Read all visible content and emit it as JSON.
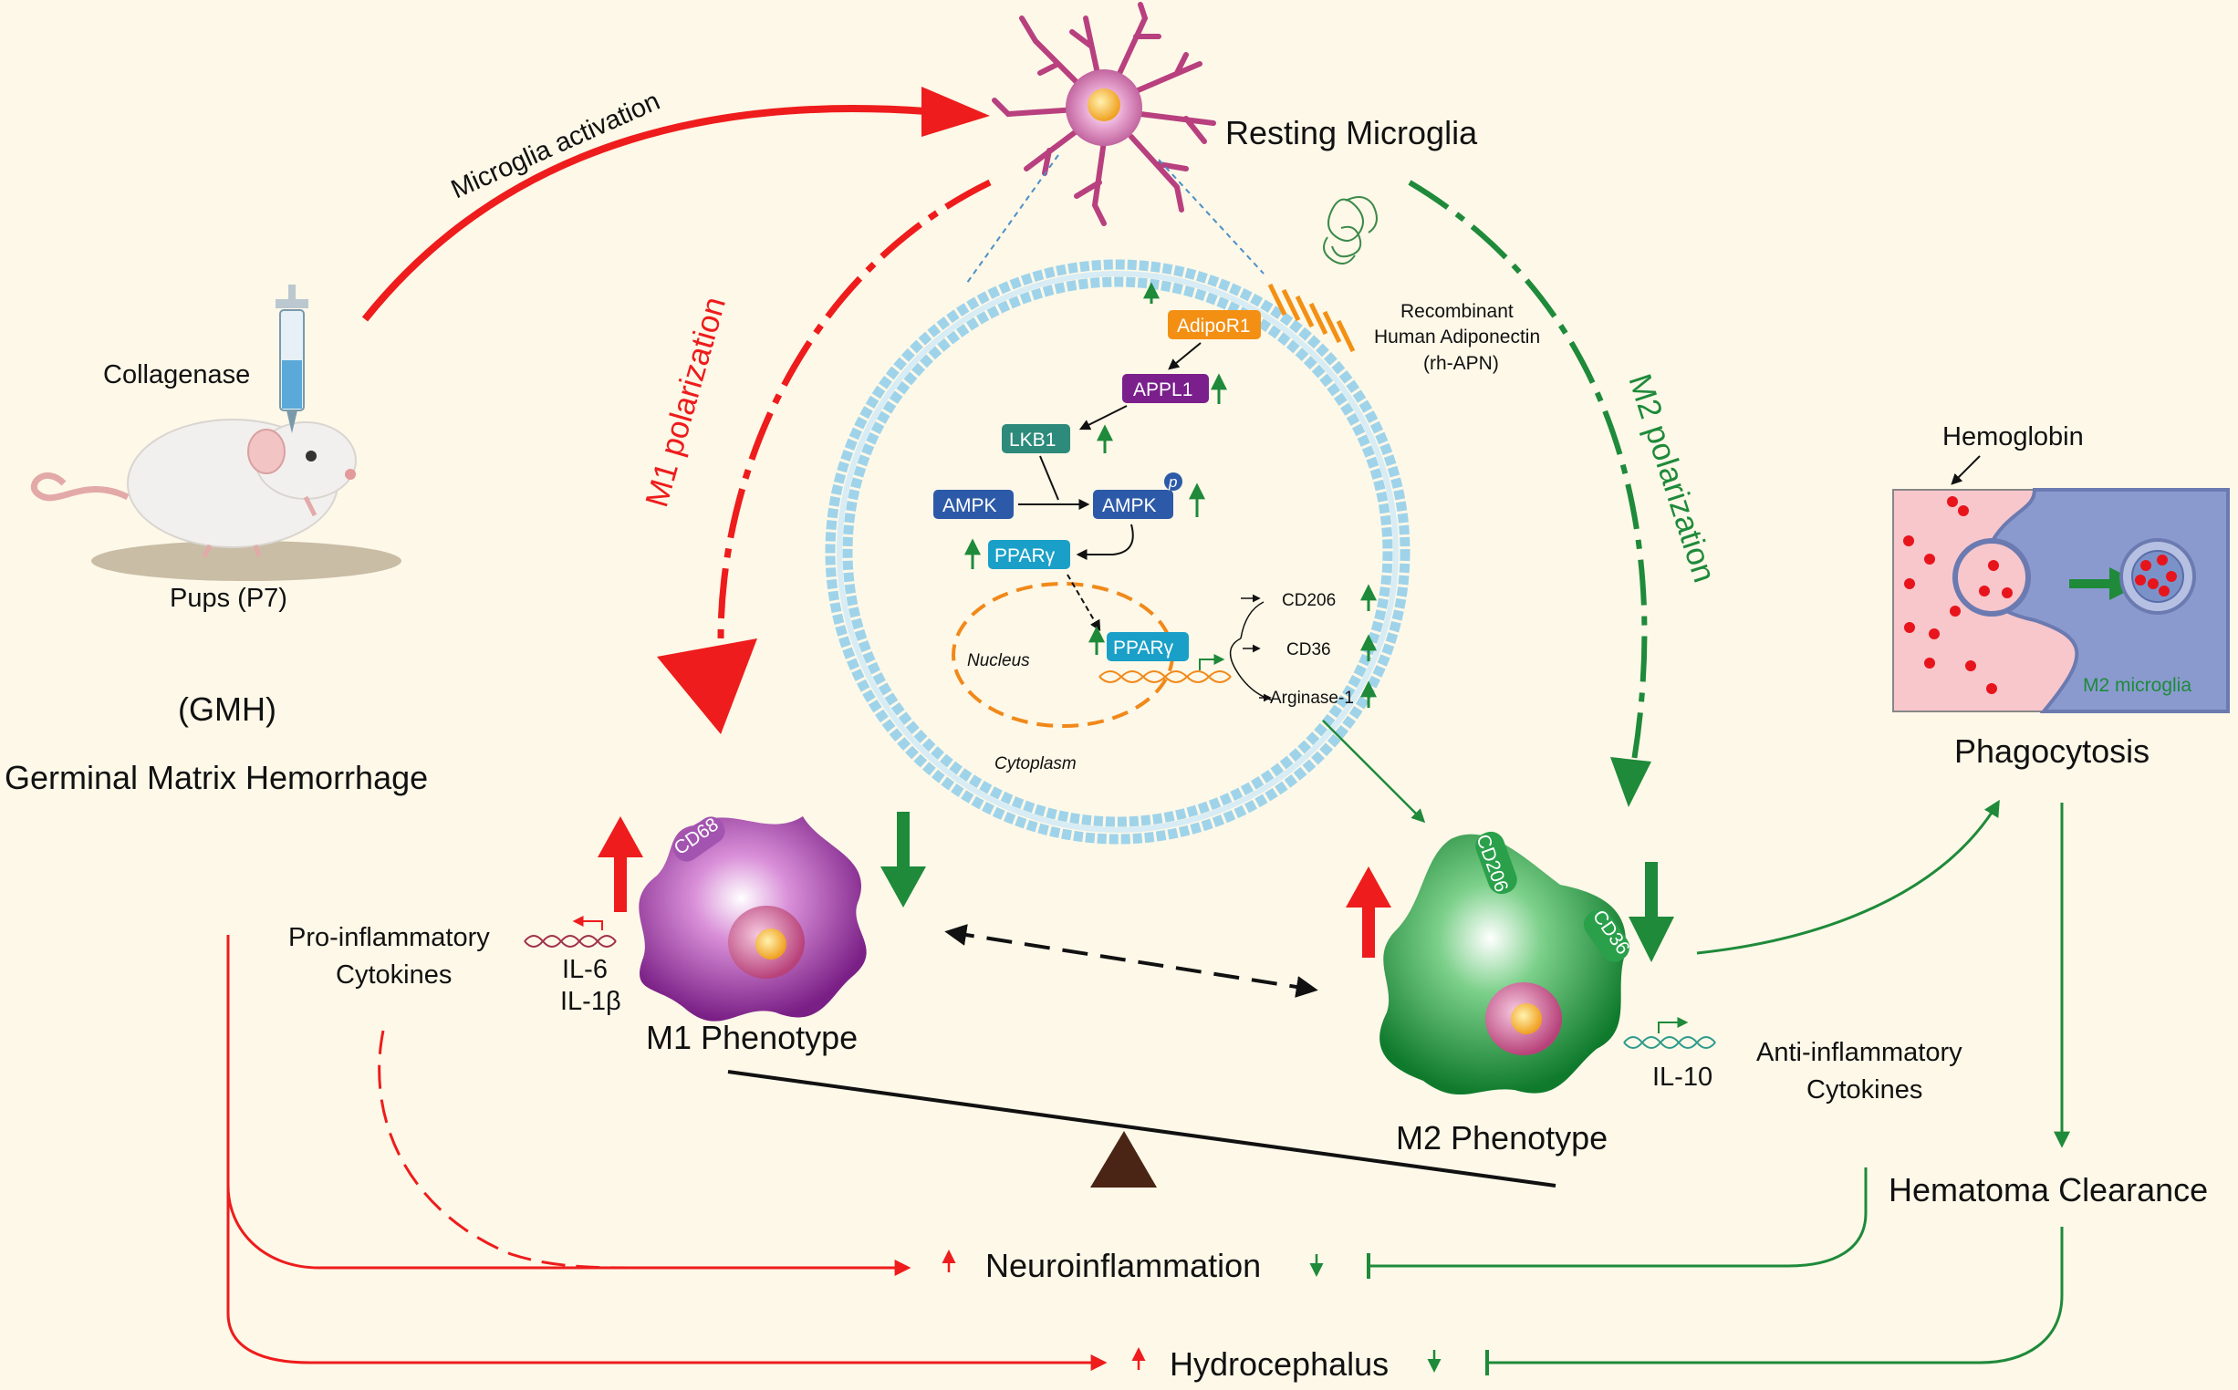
{
  "labels": {
    "microglia_activation": "Microglia activation",
    "resting_microglia": "Resting Microglia",
    "collagenase": "Collagenase",
    "pups": "Pups (P7)",
    "gmh_abbrev": "(GMH)",
    "gmh_full": "Germinal Matrix Hemorrhage",
    "m1_polarization": "M1 polarization",
    "m2_polarization": "M2 polarization",
    "rh_apn_line1": "Recombinant",
    "rh_apn_line2": "Human Adiponectin",
    "rh_apn_line3": "(rh-APN)",
    "hemoglobin": "Hemoglobin",
    "m2_microglia": "M2 microglia",
    "phagocytosis": "Phagocytosis",
    "pro_inflammatory_1": "Pro-inflammatory",
    "pro_inflammatory_2": "Cytokines",
    "il6": "IL-6",
    "il1b": "IL-1β",
    "m1_phenotype": "M1 Phenotype",
    "m2_phenotype": "M2 Phenotype",
    "il10": "IL-10",
    "anti_inflammatory_1": "Anti-inflammatory",
    "anti_inflammatory_2": "Cytokines",
    "hematoma_clearance": "Hematoma Clearance",
    "neuroinflammation": "Neuroinflammation",
    "hydrocephalus": "Hydrocephalus",
    "nucleus": "Nucleus",
    "cytoplasm": "Cytoplasm",
    "cd68": "CD68",
    "cd206_marker": "CD206",
    "cd36_marker": "CD36"
  },
  "pathway": {
    "adipor1": "AdipoR1",
    "appl1": "APPL1",
    "lkb1": "LKB1",
    "ampk": "AMPK",
    "ampk_p": "AMPK",
    "p_mark": "p",
    "ppar_cyto": "PPARγ",
    "ppar_nuc": "PPARγ",
    "cd206": "CD206",
    "cd36": "CD36",
    "arginase": "Arginase-1"
  },
  "colors": {
    "background": "#fdf8e8",
    "red": "#ee1c1c",
    "green": "#1e8a3a",
    "m1_purple": "#8e2a9a",
    "m2_green": "#179038",
    "membrane": "#9fd3ea",
    "adipor1": "#f39014",
    "appl1": "#7a1f8c",
    "lkb1": "#2e8a7a",
    "ampk": "#2d5aa8",
    "pparg": "#1aa0c8",
    "nucleus": "#f0891a"
  }
}
